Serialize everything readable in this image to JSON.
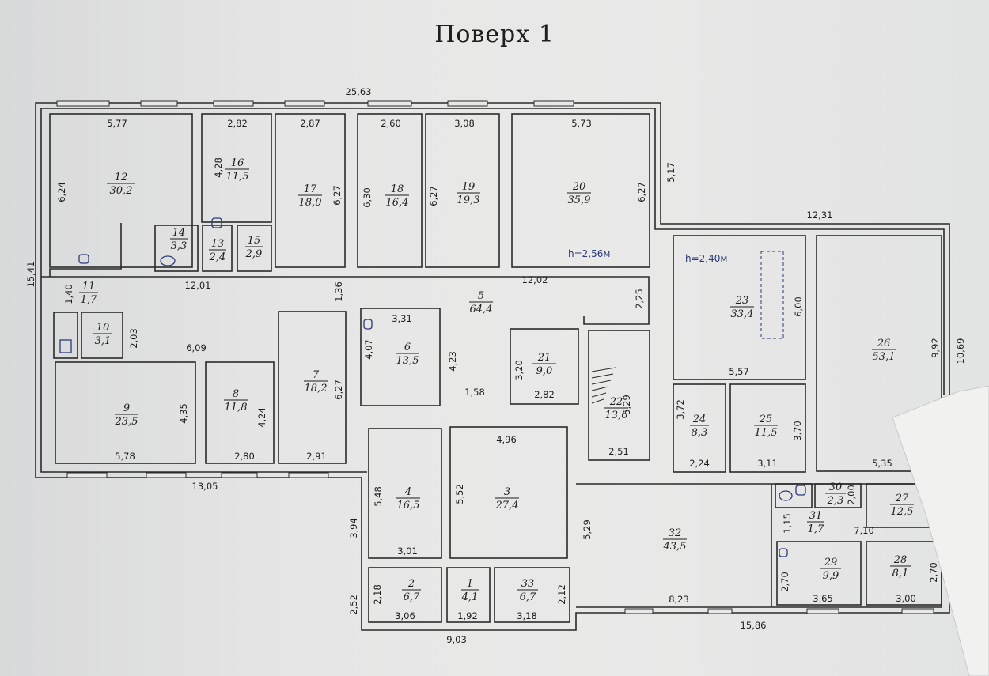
{
  "title": "Поверх  1",
  "heights": {
    "left": "h=2,56м",
    "right": "h=2,40м"
  },
  "rooms": [
    {
      "num": "1",
      "area": "4,1"
    },
    {
      "num": "2",
      "area": "6,7"
    },
    {
      "num": "3",
      "area": "27,4"
    },
    {
      "num": "4",
      "area": "16,5"
    },
    {
      "num": "5",
      "area": "64,4"
    },
    {
      "num": "6",
      "area": "13,5"
    },
    {
      "num": "7",
      "area": "18,2"
    },
    {
      "num": "8",
      "area": "11,8"
    },
    {
      "num": "9",
      "area": "23,5"
    },
    {
      "num": "10",
      "area": "3,1"
    },
    {
      "num": "11",
      "area": "1,7"
    },
    {
      "num": "12",
      "area": "30,2"
    },
    {
      "num": "13",
      "area": "2,4"
    },
    {
      "num": "14",
      "area": "3,3"
    },
    {
      "num": "15",
      "area": "2,9"
    },
    {
      "num": "16",
      "area": "11,5"
    },
    {
      "num": "17",
      "area": "18,0"
    },
    {
      "num": "18",
      "area": "16,4"
    },
    {
      "num": "19",
      "area": "19,3"
    },
    {
      "num": "20",
      "area": "35,9"
    },
    {
      "num": "21",
      "area": "9,0"
    },
    {
      "num": "22",
      "area": "13,6"
    },
    {
      "num": "23",
      "area": "33,4"
    },
    {
      "num": "24",
      "area": "8,3"
    },
    {
      "num": "25",
      "area": "11,5"
    },
    {
      "num": "26",
      "area": "53,1"
    },
    {
      "num": "27",
      "area": "12,5"
    },
    {
      "num": "28",
      "area": "8,1"
    },
    {
      "num": "29",
      "area": "9,9"
    },
    {
      "num": "30",
      "area": "2,3"
    },
    {
      "num": "31",
      "area": "1,7"
    },
    {
      "num": "32",
      "area": "43,5"
    },
    {
      "num": "33",
      "area": "6,7"
    }
  ],
  "dimensions": [
    "25,63",
    "5,77",
    "2,82",
    "2,87",
    "2,60",
    "3,08",
    "5,73",
    "5,17",
    "12,31",
    "6,24",
    "4,28",
    "6,27",
    "6,30",
    "6,27",
    "6,27",
    "15,41",
    "1,40",
    "12,01",
    "1,36",
    "12,02",
    "2,25",
    "6,00",
    "2,03",
    "6,09",
    "3,31",
    "4,07",
    "4,23",
    "3,20",
    "2,82",
    "5,29",
    "1,58",
    "9,92",
    "10,69",
    "4,35",
    "4,24",
    "6,27",
    "5,57",
    "3,72",
    "3,70",
    "5,78",
    "2,80",
    "2,91",
    "2,24",
    "3,11",
    "5,35",
    "13,05",
    "4,96",
    "5,48",
    "5,52",
    "3,94",
    "5,29",
    "3,01",
    "2,00",
    "1,15",
    "7,10",
    "2,70",
    "2,70",
    "3,65",
    "3,00",
    "8,23",
    "2,18",
    "3,06",
    "1,92",
    "3,18",
    "2,12",
    "2,52",
    "9,03",
    "15,86",
    "2,51"
  ]
}
